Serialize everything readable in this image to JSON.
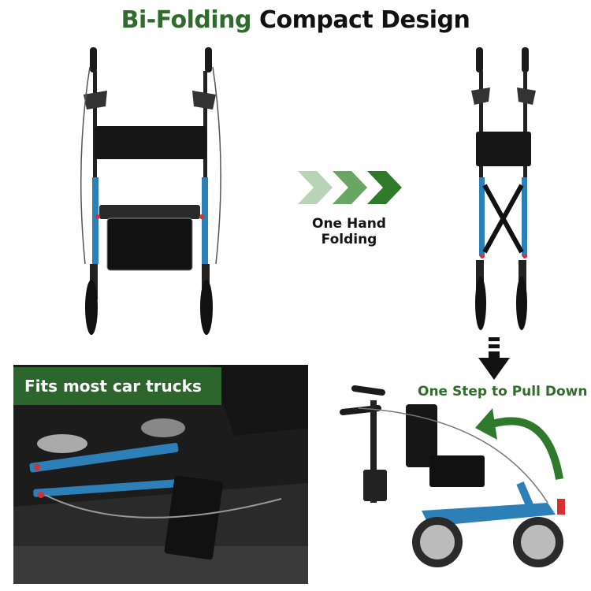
{
  "title": {
    "green": "Bi-Folding",
    "dark": "Compact Design"
  },
  "labels": {
    "one_hand": "One Hand Folding",
    "one_step": "One Step to Pull Down",
    "car": "Fits most car trucks"
  },
  "colors": {
    "green": "#2f6b2c",
    "blue": "#2d7fb8",
    "frame": "#1b1b1b",
    "red": "#d63030"
  },
  "icons": [
    "chevron-right-icon",
    "down-arrow-icon",
    "curved-arrow-icon"
  ]
}
